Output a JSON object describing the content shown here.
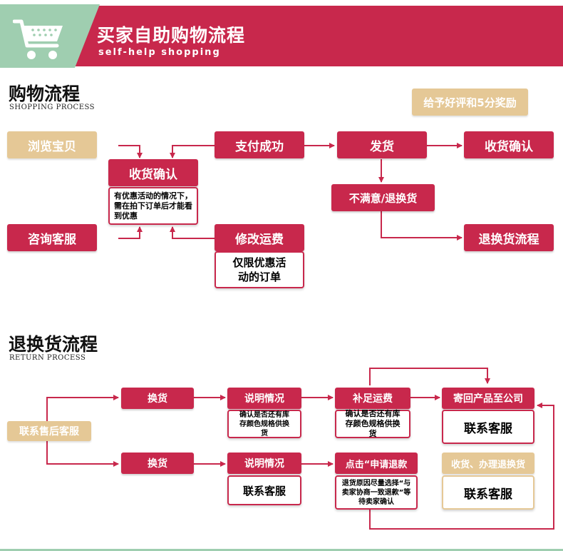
{
  "header": {
    "title": "买家自助购物流程",
    "subtitle": "self-help shopping",
    "bg_color": "#c8284c",
    "icon_bg_color": "#9fceb0"
  },
  "shopping": {
    "heading": "购物流程",
    "heading_en": "SHOPPING PROCESS",
    "reward_badge": "给予好评和5分奖励",
    "browse": "浏览宝贝",
    "consult": "咨询客服",
    "confirm_order": "收货确认",
    "discount_note": "有优惠活动的情况下，需在拍下订单后才能看到优惠",
    "pay_success": "支付成功",
    "modify_shipping": "修改运费",
    "modify_note": "仅限优惠活动的订单",
    "ship": "发货",
    "receive_confirm": "收货确认",
    "unsatisfied": "不满意/退换货",
    "return_process": "退换货流程"
  },
  "returns": {
    "heading": "退换货流程",
    "heading_en": "RETURN PROCESS",
    "contact_after_sales": "联系售后客服",
    "exchange_1": "换货",
    "explain_1": "说明情况",
    "explain_1_note": "确认是否还有库存颜色规格供换货",
    "pay_shipping": "补足运费",
    "pay_shipping_note": "确认是否还有库存颜色规格供换货",
    "send_back": "寄回产品至公司",
    "contact_service_1": "联系客服",
    "exchange_2": "换货",
    "explain_2": "说明情况",
    "contact_service_2": "联系客服",
    "apply_refund": "点击“申请退款",
    "refund_note": "退货原因尽量选择“与卖家协商一致退款”等待卖家确认",
    "receive_handle": "收货、办理退换货",
    "contact_service_3": "联系客服"
  },
  "colors": {
    "accent": "#c8284c",
    "gold": "#e5c896",
    "footer": "#9fceb0"
  }
}
